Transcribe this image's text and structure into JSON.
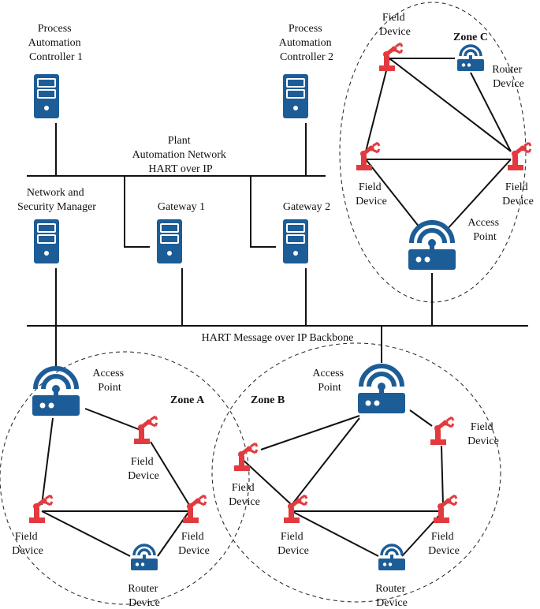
{
  "colors": {
    "device_blue": "#1d5d97",
    "robot_red": "#e23a3f",
    "line": "#111111"
  },
  "icons": {
    "server": "server-icon",
    "access_point": "wifi-router-icon",
    "router": "small-router-icon",
    "field_device": "robot-arm-icon"
  },
  "labels": {
    "controller1": [
      "Process",
      "Automation",
      "Controller 1"
    ],
    "controller2": [
      "Process",
      "Automation",
      "Controller 2"
    ],
    "plant_network": [
      "Plant",
      "Automation Network",
      "HART over IP"
    ],
    "manager": [
      "Network and",
      "Security Manager"
    ],
    "gateway1": "Gateway 1",
    "gateway2": "Gateway 2",
    "backbone": "HART Message over IP Backbone",
    "access_point": [
      "Access",
      "Point"
    ],
    "field_device": [
      "Field",
      "Device"
    ],
    "router_device": [
      "Router",
      "Device"
    ]
  },
  "zones": {
    "a": "Zone A",
    "b": "Zone B",
    "c": "Zone C"
  }
}
